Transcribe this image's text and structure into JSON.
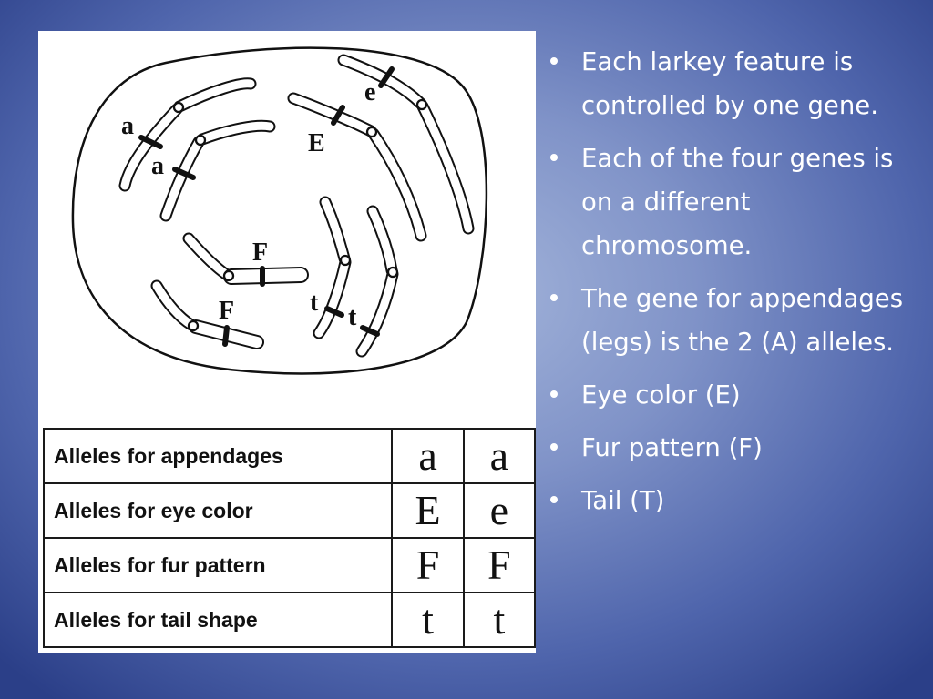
{
  "figure": {
    "gene_labels": {
      "a_upper": "a",
      "a_lower": "a",
      "e_upper": "e",
      "e_lower": "E",
      "f_upper": "F",
      "f_lower": "F",
      "t_left": "t",
      "t_right": "t"
    }
  },
  "table": {
    "rows": [
      {
        "trait": "Alleles for appendages",
        "allele1": "a",
        "allele2": "a"
      },
      {
        "trait": "Alleles for eye color",
        "allele1": "E",
        "allele2": "e"
      },
      {
        "trait": "Alleles for fur pattern",
        "allele1": "F",
        "allele2": "F"
      },
      {
        "trait": "Alleles for tail shape",
        "allele1": "t",
        "allele2": "t"
      }
    ]
  },
  "bullets": [
    "Each larkey feature is controlled by one gene.",
    "Each of the four genes is on a different chromosome.",
    "The gene for appendages (legs) is the 2 (A) alleles.",
    "Eye color (E)",
    "Fur pattern (F)",
    "Tail (T)"
  ]
}
